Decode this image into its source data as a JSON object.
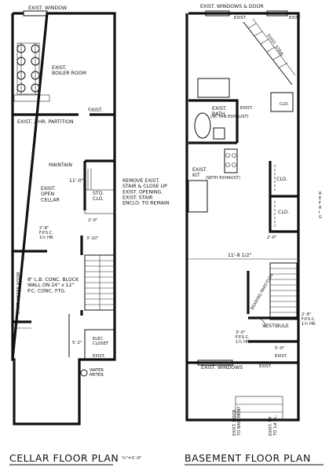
{
  "cellar": {
    "top_label": "EXIST. WINDOW",
    "boiler_label": "EXIST.\nBOILER ROOM",
    "exist_top_right": "EXIST.",
    "partition_label": "EXIST. 2 HR. PARTITION",
    "maintain_label": "MAINTAIN",
    "dim_width": "11'-0\"",
    "open_cellar_label": "EXIST.\nOPEN\nCELLAR",
    "sto_clo_label": "STO.\nCLO.",
    "dim_2_0": "2'-0\"",
    "fpsc_label": "2'-8\"\nF.P.S.C.\n1½ HR.",
    "dim_3_10": "3'-10\"",
    "block_wall_label": "8\" L.B. CONC. BLOCK\nWALL ON 24\" x 12\"\nP.C. CONC. FTG.",
    "meter_room_label": "EXIST. METER ROOM",
    "dim_5_2": "5'-2\"",
    "elec_closet_label": "ELEC.\nCLOSET",
    "exist_bottom": "EXIST.",
    "water_meter_label": "WATER\nMETER",
    "remove_note": "REMOVE EXIST.\nSTAIR & CLOSE UP\nEXIST. OPENING.\nEXIST. STAIR\nENCLO. TO REMAIN",
    "title": "CELLAR FLOOR PLAN",
    "scale": "¼\"=1'-0\""
  },
  "basement": {
    "top_label": "EXIST. WINDOWS & DOOR",
    "exist_top_a": "EXIST.",
    "exist_top_b": "EXIST.",
    "exist_stair_label": "EXIST. STAIR",
    "bath_label": "EXIST.\nBATH",
    "bath_note": "(W/ FAN EXHAUST)",
    "exist_bath_right": "EXIST.",
    "clo_top": "CLO.",
    "kit_label": "EXIST.\nKIT",
    "kit_note": "(WITH EXHAUST)",
    "clo_mid_a": "CLO.",
    "clo_mid_b": "CLO.",
    "dim_2_0": "2'-0\"",
    "dim_width": "11'-8 1/2\"",
    "bearing_label": "BEARING PARTITION",
    "vestibule_label": "VESTIBULE",
    "fpsc_label": "2'-8\"\nF.P.S.C.\n1½ HR.",
    "fpsc_left_label": "3'-0\"\nF.P.S.C.\n1½ HR.",
    "dim_5_0": "5'-0\"",
    "exist_windows_label": "EXIST. WINDOWS",
    "exist_right_a": "EXIST.",
    "exist_right_b": "EXIST.",
    "door_to_basement": "EXIST. DOOR\nTO BASEMENT",
    "up_to_1st": "EXIST. UP\nTO 1st FL.",
    "side_label": "R\nE\nF\nR\nI\nG",
    "title": "BASEMENT FLOOR PLAN",
    "scale": "¼\"=1'-0\""
  }
}
